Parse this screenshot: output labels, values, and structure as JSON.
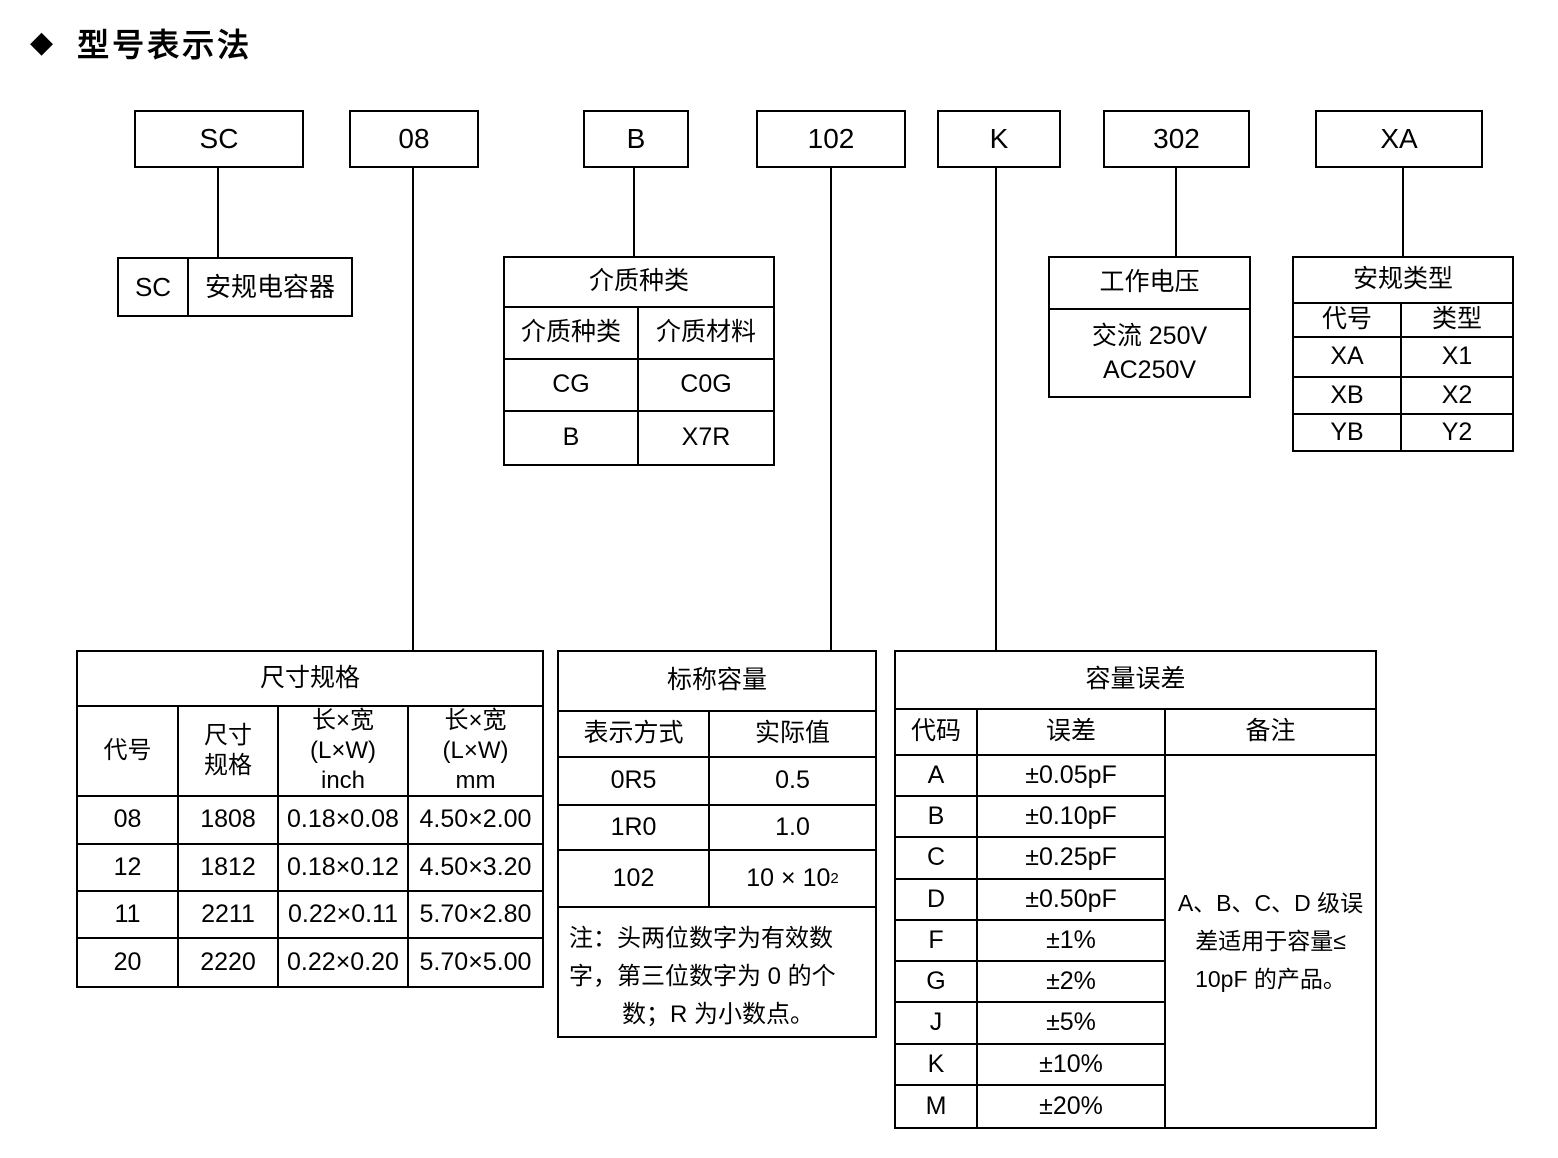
{
  "page": {
    "title": "型号表示法"
  },
  "colors": {
    "line": "#000000",
    "background": "#ffffff",
    "text": "#000000"
  },
  "code_boxes": [
    {
      "label": "SC"
    },
    {
      "label": "08"
    },
    {
      "label": "B"
    },
    {
      "label": "102"
    },
    {
      "label": "K"
    },
    {
      "label": "302"
    },
    {
      "label": "XA"
    }
  ],
  "sc_table": {
    "code": "SC",
    "meaning": "安规电容器"
  },
  "dielectric_table": {
    "title": "介质种类",
    "columns": [
      "介质种类",
      "介质材料"
    ],
    "rows": [
      [
        "CG",
        "C0G"
      ],
      [
        "B",
        "X7R"
      ]
    ]
  },
  "voltage_table": {
    "title": "工作电压",
    "lines": [
      "交流 250V",
      "AC250V"
    ]
  },
  "safety_table": {
    "title": "安规类型",
    "columns": [
      "代号",
      "类型"
    ],
    "rows": [
      [
        "XA",
        "X1"
      ],
      [
        "XB",
        "X2"
      ],
      [
        "YB",
        "Y2"
      ]
    ]
  },
  "size_table": {
    "title": "尺寸规格",
    "columns": [
      "代号",
      "尺寸\n规格",
      "长×宽\n(L×W)\ninch",
      "长×宽\n(L×W)\nmm"
    ],
    "rows": [
      [
        "08",
        "1808",
        "0.18×0.08",
        "4.50×2.00"
      ],
      [
        "12",
        "1812",
        "0.18×0.12",
        "4.50×3.20"
      ],
      [
        "11",
        "2211",
        "0.22×0.11",
        "5.70×2.80"
      ],
      [
        "20",
        "2220",
        "0.22×0.20",
        "5.70×5.00"
      ]
    ]
  },
  "capacity_table": {
    "title": "标称容量",
    "columns": [
      "表示方式",
      "实际值"
    ],
    "rows": [
      [
        "0R5",
        "0.5"
      ],
      [
        "1R0",
        "1.0"
      ]
    ],
    "row_102": {
      "code": "102",
      "value_base": "10 × 10",
      "value_exp": "2"
    },
    "note_lines": [
      "注：头两位数字为有效数",
      "字，第三位数字为 0 的个",
      "数；R 为小数点。"
    ]
  },
  "tolerance_table": {
    "title": "容量误差",
    "columns": [
      "代码",
      "误差",
      "备注"
    ],
    "rows": [
      [
        "A",
        "±0.05pF"
      ],
      [
        "B",
        "±0.10pF"
      ],
      [
        "C",
        "±0.25pF"
      ],
      [
        "D",
        "±0.50pF"
      ],
      [
        "F",
        "±1%"
      ],
      [
        "G",
        "±2%"
      ],
      [
        "J",
        "±5%"
      ],
      [
        "K",
        "±10%"
      ],
      [
        "M",
        "±20%"
      ]
    ],
    "note_lines": [
      "A、B、C、D 级误",
      "差适用于容量≤",
      "10pF 的产品。"
    ]
  }
}
